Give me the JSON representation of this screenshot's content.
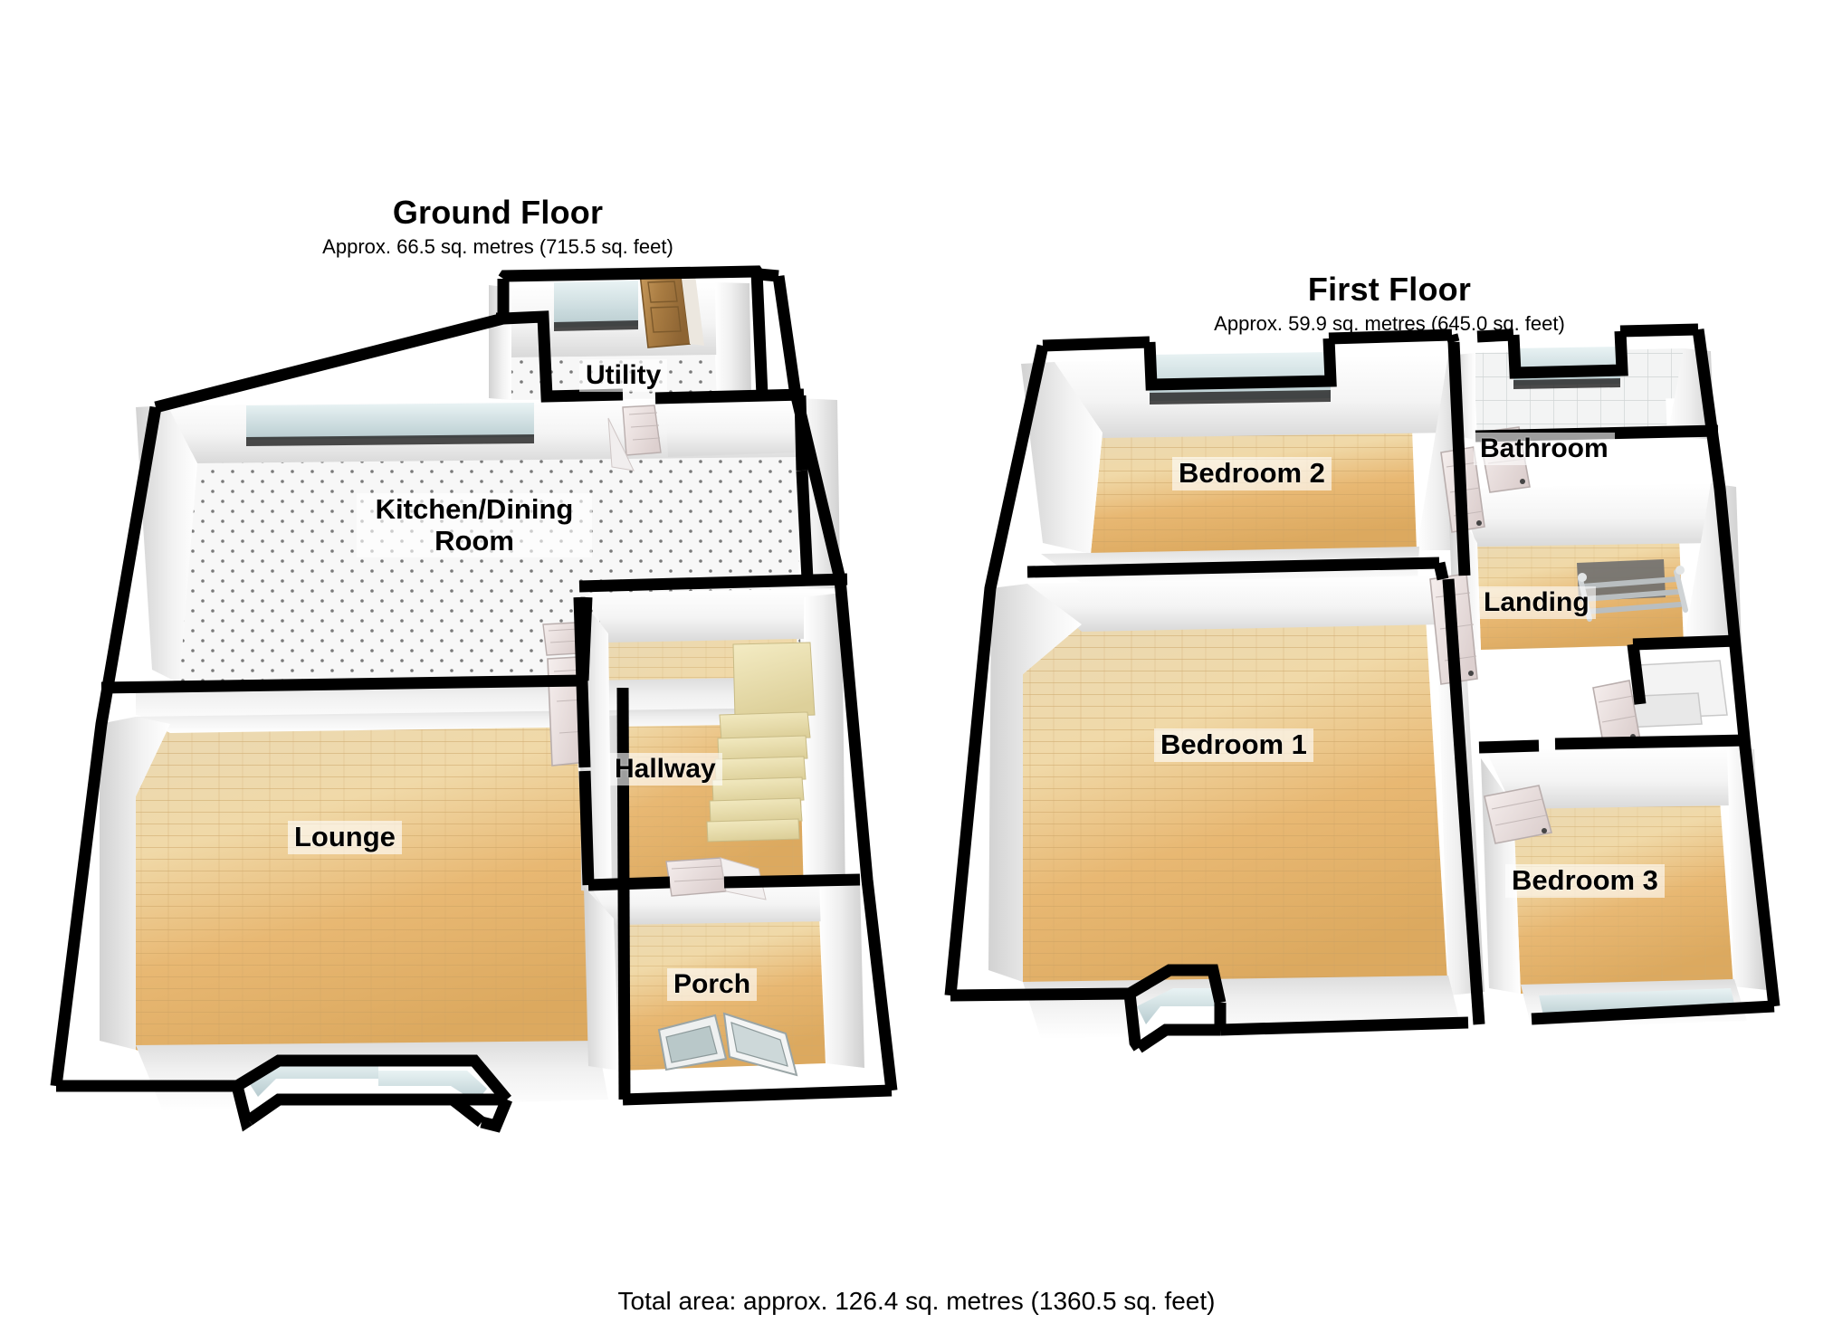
{
  "document": {
    "type": "floorplan",
    "total_area_text": "Total area: approx. 126.4 sq. metres (1360.5 sq. feet)",
    "total_area_sqm": "126.4",
    "total_area_sqft": "1360.5"
  },
  "floors": [
    {
      "id": "ground",
      "title": "Ground Floor",
      "subtitle": "Approx. 66.5 sq. metres (715.5 sq. feet)",
      "area_sqm": "66.5",
      "area_sqft": "715.5",
      "rooms": [
        {
          "id": "utility",
          "label": "Utility"
        },
        {
          "id": "kitchen-dining",
          "label": "Kitchen/Dining",
          "label2": "Room"
        },
        {
          "id": "lounge",
          "label": "Lounge"
        },
        {
          "id": "hallway",
          "label": "Hallway"
        },
        {
          "id": "porch",
          "label": "Porch"
        }
      ],
      "features": [
        "front-door",
        "utility-window",
        "kitchen-window",
        "internal-door-utility",
        "internal-door-kitchen",
        "internal-door-lounge",
        "staircase",
        "porch-door",
        "lounge-bay-window",
        "porch-front-door"
      ]
    },
    {
      "id": "first",
      "title": "First Floor",
      "subtitle": "Approx. 59.9 sq. metres (645.0 sq. feet)",
      "area_sqm": "59.9",
      "area_sqft": "645.0",
      "rooms": [
        {
          "id": "bedroom-2",
          "label": "Bedroom 2"
        },
        {
          "id": "bathroom",
          "label": "Bathroom"
        },
        {
          "id": "landing",
          "label": "Landing"
        },
        {
          "id": "bedroom-1",
          "label": "Bedroom 1"
        },
        {
          "id": "bedroom-3",
          "label": "Bedroom 3"
        }
      ],
      "features": [
        "bedroom2-window",
        "bathroom-window",
        "bedroom1-bay-window",
        "bedroom3-window",
        "door-bedroom-2",
        "door-bathroom",
        "door-bedroom-1",
        "door-bedroom-3",
        "stair-opening",
        "landing-radiator"
      ]
    }
  ],
  "colors": {
    "wall_outline": "#000000",
    "wall_face": "#f2f2f2",
    "wood_floor": "#e2b878",
    "tile_floor": "#f4f4f4",
    "window_glass": "#cfe0e3",
    "door_wood": "#a8793f",
    "stair_tread": "#e8dda8",
    "text": "#000000",
    "background": "#ffffff"
  }
}
